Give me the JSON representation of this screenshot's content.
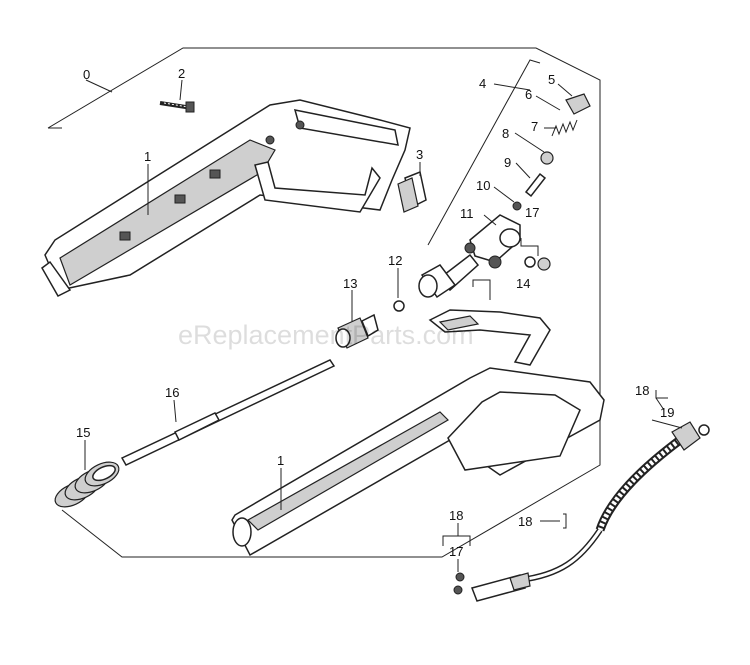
{
  "watermark": "eReplacementParts.com",
  "callouts": {
    "c0": "0",
    "c1_top": "1",
    "c1_bottom": "1",
    "c2": "2",
    "c3": "3",
    "c4": "4",
    "c5": "5",
    "c6": "6",
    "c7": "7",
    "c8": "8",
    "c9": "9",
    "c10": "10",
    "c11": "11",
    "c12": "12",
    "c13": "13",
    "c14": "14",
    "c15": "15",
    "c16": "16",
    "c17_a": "17",
    "c17_b": "17",
    "c18_a": "18",
    "c18_b": "18",
    "c18_c": "18",
    "c19": "19"
  }
}
